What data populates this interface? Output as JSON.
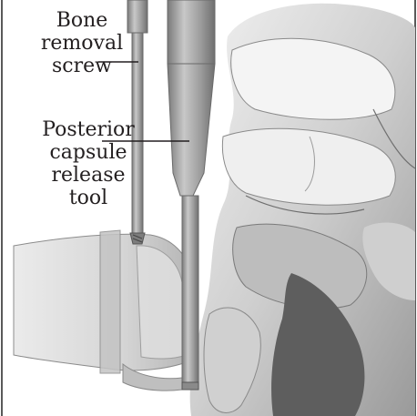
{
  "labels": {
    "bone_removal_screw": [
      "Bone",
      "removal",
      "screw"
    ],
    "posterior_capsule_release_tool": [
      "Posterior",
      "capsule",
      "release",
      "tool"
    ]
  },
  "colors": {
    "bone": "#d9d9d9",
    "instrument": "#a9a9a9",
    "implant": "#e6e6e6",
    "text": "#231f20"
  }
}
